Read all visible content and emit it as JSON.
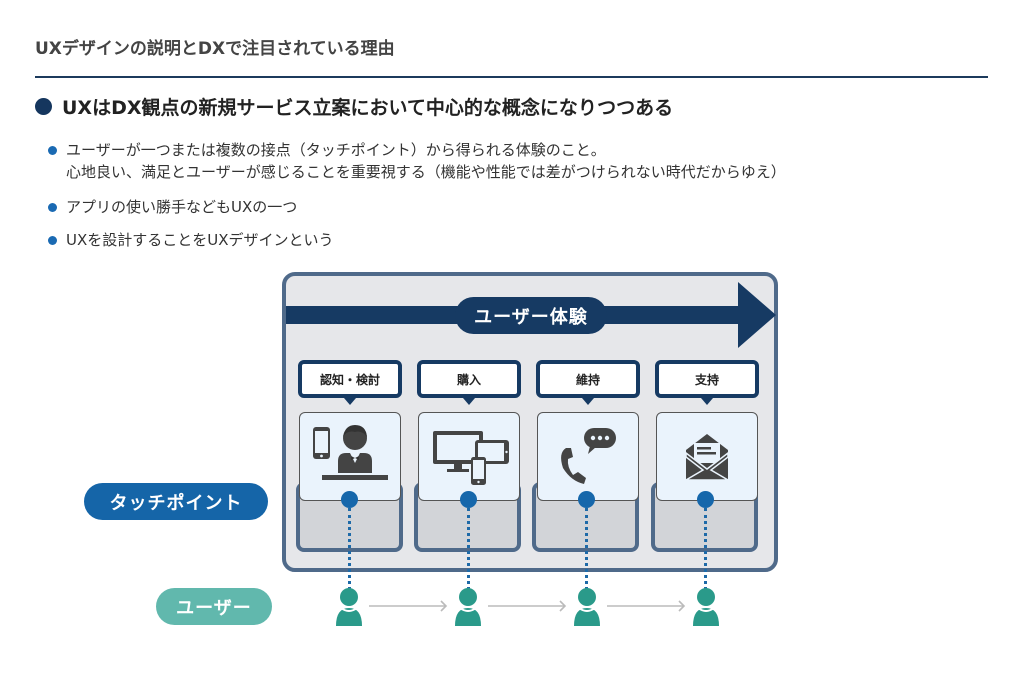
{
  "page": {
    "title": "UXデザインの説明とDXで注目されている理由",
    "heading": "UXはDX観点の新規サービス立案において中心的な概念になりつつある",
    "bullets": [
      {
        "lines": [
          "ユーザーが一つまたは複数の接点（タッチポイント）から得られる体験のこと。",
          "心地良い、満足とユーザーが感じることを重要視する（機能や性能では差がつけられない時代だからゆえ）"
        ]
      },
      {
        "lines": [
          "アプリの使い勝手などもUXの一つ"
        ]
      },
      {
        "lines": [
          "UXを設計することをUXデザインという"
        ]
      }
    ]
  },
  "diagram": {
    "experience_label": "ユーザー体験",
    "touchpoint_label": "タッチポイント",
    "user_label": "ユーザー",
    "stages": [
      {
        "label": "認知・検討",
        "icon": "smartphone-and-receptionist-icon"
      },
      {
        "label": "購入",
        "icon": "multi-device-icon"
      },
      {
        "label": "維持",
        "icon": "phone-and-chat-icon"
      },
      {
        "label": "支持",
        "icon": "open-envelope-icon"
      }
    ],
    "colors": {
      "navy": "#163a63",
      "frame": "#4f6a8a",
      "touchpoint_blue": "#1565a8",
      "user_teal": "#2a9a8a",
      "user_pill": "#61b8ad"
    }
  }
}
